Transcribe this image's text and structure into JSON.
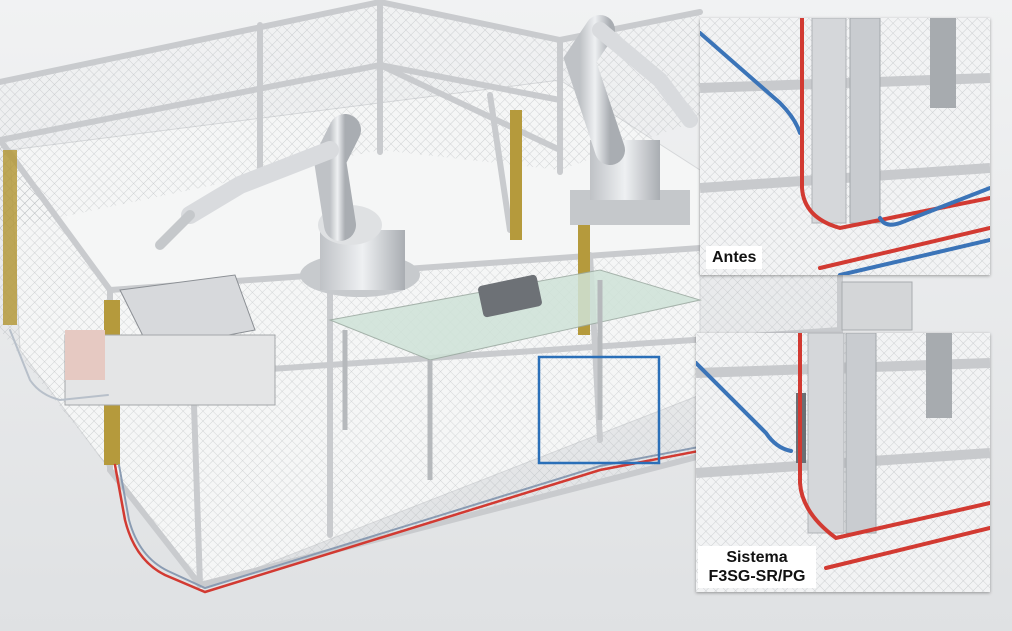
{
  "insets": {
    "before": {
      "label": "Antes"
    },
    "after": {
      "label_line1": "Sistema",
      "label_line2": "F3SG-SR/PG"
    }
  },
  "colors": {
    "cable_red": "#d23a32",
    "cable_blue": "#3b74b8",
    "highlight_box": "#2a6fb8",
    "light_curtain": "#b59a3c",
    "fence_frame": "#c8cacc"
  }
}
